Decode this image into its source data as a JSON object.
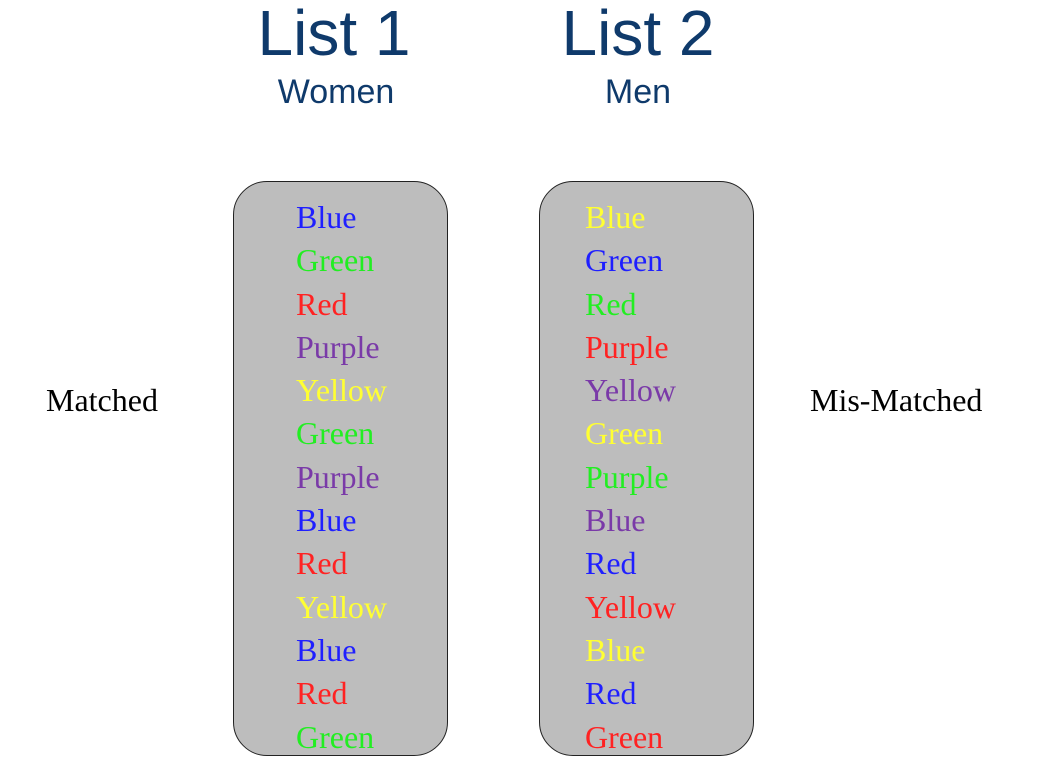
{
  "colors": {
    "title": "#0f3a6b",
    "box_fill": "#bdbdbd",
    "Blue": "#1f1fff",
    "Green": "#22ee22",
    "Red": "#ff2222",
    "Purple": "#7a3aa8",
    "Yellow": "#ffff33"
  },
  "lists": [
    {
      "title": "List 1",
      "subtitle": "Women",
      "words": [
        {
          "text": "Blue",
          "color": "Blue"
        },
        {
          "text": "Green",
          "color": "Green"
        },
        {
          "text": "Red",
          "color": "Red"
        },
        {
          "text": "Purple",
          "color": "Purple"
        },
        {
          "text": "Yellow",
          "color": "Yellow"
        },
        {
          "text": "Green",
          "color": "Green"
        },
        {
          "text": "Purple",
          "color": "Purple"
        },
        {
          "text": "Blue",
          "color": "Blue"
        },
        {
          "text": "Red",
          "color": "Red"
        },
        {
          "text": "Yellow",
          "color": "Yellow"
        },
        {
          "text": "Blue",
          "color": "Blue"
        },
        {
          "text": "Red",
          "color": "Red"
        },
        {
          "text": "Green",
          "color": "Green"
        }
      ]
    },
    {
      "title": "List 2",
      "subtitle": "Men",
      "words": [
        {
          "text": "Blue",
          "color": "Yellow"
        },
        {
          "text": "Green",
          "color": "Blue"
        },
        {
          "text": "Red",
          "color": "Green"
        },
        {
          "text": "Purple",
          "color": "Red"
        },
        {
          "text": "Yellow",
          "color": "Purple"
        },
        {
          "text": "Green",
          "color": "Yellow"
        },
        {
          "text": "Purple",
          "color": "Green"
        },
        {
          "text": "Blue",
          "color": "Purple"
        },
        {
          "text": "Red",
          "color": "Blue"
        },
        {
          "text": "Yellow",
          "color": "Red"
        },
        {
          "text": "Blue",
          "color": "Yellow"
        },
        {
          "text": "Red",
          "color": "Blue"
        },
        {
          "text": "Green",
          "color": "Red"
        }
      ]
    }
  ],
  "labels": {
    "left": "Matched",
    "right": "Mis-Matched"
  }
}
